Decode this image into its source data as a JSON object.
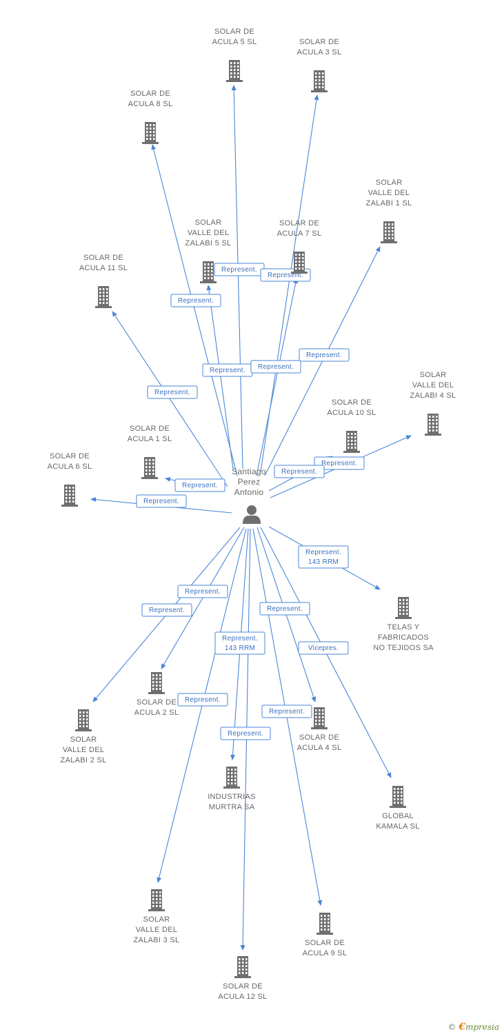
{
  "center": {
    "label_lines": [
      "Santiago",
      "Perez",
      "Antonio"
    ],
    "icon": "person-icon"
  },
  "nodes": [
    {
      "id": "solar-de-acula-5-sl",
      "label_lines": [
        "SOLAR DE",
        "ACULA 5 SL"
      ],
      "icon": "building-icon"
    },
    {
      "id": "solar-de-acula-3-sl",
      "label_lines": [
        "SOLAR DE",
        "ACULA 3 SL"
      ],
      "icon": "building-icon"
    },
    {
      "id": "solar-de-acula-8-sl",
      "label_lines": [
        "SOLAR DE",
        "ACULA 8 SL"
      ],
      "icon": "building-icon"
    },
    {
      "id": "solar-valle-del-zalabi-1-sl",
      "label_lines": [
        "SOLAR",
        "VALLE DEL",
        "ZALABI 1 SL"
      ],
      "icon": "building-icon"
    },
    {
      "id": "solar-valle-del-zalabi-5-sl",
      "label_lines": [
        "SOLAR",
        "VALLE DEL",
        "ZALABI 5 SL"
      ],
      "icon": "building-icon"
    },
    {
      "id": "solar-de-acula-7-sl",
      "label_lines": [
        "SOLAR DE",
        "ACULA 7 SL"
      ],
      "icon": "building-icon"
    },
    {
      "id": "solar-de-acula-11-sl",
      "label_lines": [
        "SOLAR DE",
        "ACULA 11 SL"
      ],
      "icon": "building-icon"
    },
    {
      "id": "solar-valle-del-zalabi-4-sl",
      "label_lines": [
        "SOLAR",
        "VALLE DEL",
        "ZALABI 4 SL"
      ],
      "icon": "building-icon"
    },
    {
      "id": "solar-de-acula-10-sl",
      "label_lines": [
        "SOLAR DE",
        "ACULA 10 SL"
      ],
      "icon": "building-icon"
    },
    {
      "id": "solar-de-acula-1-sl",
      "label_lines": [
        "SOLAR DE",
        "ACULA 1 SL"
      ],
      "icon": "building-icon"
    },
    {
      "id": "solar-de-acula-6-sl",
      "label_lines": [
        "SOLAR DE",
        "ACULA 6 SL"
      ],
      "icon": "building-icon"
    },
    {
      "id": "telas-y-fabricados-no-tejidos-sa",
      "label_lines": [
        "TELAS Y",
        "FABRICADOS",
        "NO TEJIDOS SA"
      ],
      "icon": "building-icon"
    },
    {
      "id": "solar-de-acula-2-sl",
      "label_lines": [
        "SOLAR DE",
        "ACULA 2 SL"
      ],
      "icon": "building-icon"
    },
    {
      "id": "solar-valle-del-zalabi-2-sl",
      "label_lines": [
        "SOLAR",
        "VALLE DEL",
        "ZALABI 2 SL"
      ],
      "icon": "building-icon"
    },
    {
      "id": "solar-de-acula-4-sl",
      "label_lines": [
        "SOLAR DE",
        "ACULA 4 SL"
      ],
      "icon": "building-icon"
    },
    {
      "id": "industrias-murtra-sa",
      "label_lines": [
        "INDUSTRIAS",
        "MURTRA SA"
      ],
      "icon": "building-icon"
    },
    {
      "id": "global-kamala-sl",
      "label_lines": [
        "GLOBAL",
        "KAMALA SL"
      ],
      "icon": "building-icon"
    },
    {
      "id": "solar-valle-del-zalabi-3-sl",
      "label_lines": [
        "SOLAR",
        "VALLE DEL",
        "ZALABI 3 SL"
      ],
      "icon": "building-icon"
    },
    {
      "id": "solar-de-acula-9-sl",
      "label_lines": [
        "SOLAR DE",
        "ACULA 9 SL"
      ],
      "icon": "building-icon"
    },
    {
      "id": "solar-de-acula-12-sl",
      "label_lines": [
        "SOLAR DE",
        "ACULA 12 SL"
      ],
      "icon": "building-icon"
    }
  ],
  "edges": [
    {
      "to": "solar-de-acula-5-sl",
      "label_lines": [
        "Represent."
      ]
    },
    {
      "to": "solar-de-acula-3-sl",
      "label_lines": [
        "Represent."
      ]
    },
    {
      "to": "solar-de-acula-8-sl",
      "label_lines": [
        "Represent."
      ]
    },
    {
      "to": "solar-valle-del-zalabi-1-sl",
      "label_lines": [
        "Represent."
      ]
    },
    {
      "to": "solar-valle-del-zalabi-5-sl",
      "label_lines": [
        "Represent."
      ]
    },
    {
      "to": "solar-de-acula-7-sl",
      "label_lines": [
        "Represent."
      ]
    },
    {
      "to": "solar-de-acula-11-sl",
      "label_lines": [
        "Represent."
      ]
    },
    {
      "to": "solar-valle-del-zalabi-4-sl",
      "label_lines": [
        "Represent."
      ]
    },
    {
      "to": "solar-de-acula-10-sl",
      "label_lines": [
        "Represent."
      ]
    },
    {
      "to": "solar-de-acula-1-sl",
      "label_lines": [
        "Represent."
      ]
    },
    {
      "to": "solar-de-acula-6-sl",
      "label_lines": [
        "Represent."
      ]
    },
    {
      "to": "telas-y-fabricados-no-tejidos-sa",
      "label_lines": [
        "Represent.",
        "143 RRM"
      ]
    },
    {
      "to": "solar-de-acula-2-sl",
      "label_lines": [
        "Represent."
      ]
    },
    {
      "to": "solar-valle-del-zalabi-2-sl",
      "label_lines": [
        "Represent."
      ]
    },
    {
      "to": "solar-de-acula-4-sl",
      "label_lines": [
        "Represent."
      ]
    },
    {
      "to": "industrias-murtra-sa",
      "label_lines": [
        "Represent.",
        "143 RRM"
      ]
    },
    {
      "to": "global-kamala-sl",
      "label_lines": [
        "Vicepres."
      ]
    },
    {
      "to": "solar-valle-del-zalabi-3-sl",
      "label_lines": [
        "Represent."
      ]
    },
    {
      "to": "solar-de-acula-9-sl",
      "label_lines": [
        "Represent."
      ]
    },
    {
      "to": "solar-de-acula-12-sl",
      "label_lines": [
        "Represent."
      ]
    }
  ],
  "footer": {
    "copyright": "©",
    "brand_initial": "€",
    "brand_rest": "mpresia"
  },
  "colors": {
    "edge": "#4a86d8",
    "edge_text": "#3a6fbf",
    "icon": "#6f6f6f",
    "label": "#666666"
  }
}
